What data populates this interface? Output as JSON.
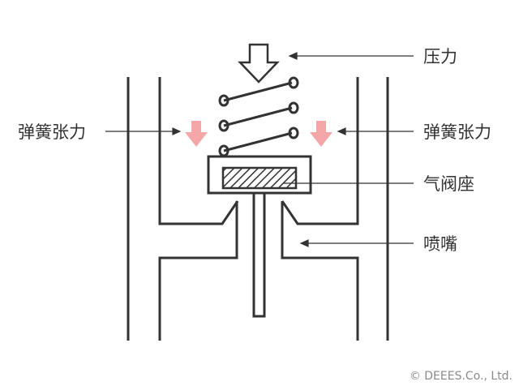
{
  "labels": {
    "pressure": "压力",
    "spring_tension": "弹簧张力",
    "valve_seat": "气阀座",
    "nozzle": "喷嘴"
  },
  "copyright": "© DEEES.Co., Ltd.",
  "colors": {
    "line": "#333333",
    "arrow_pink": "#f4a6a8",
    "background": "#ffffff"
  }
}
